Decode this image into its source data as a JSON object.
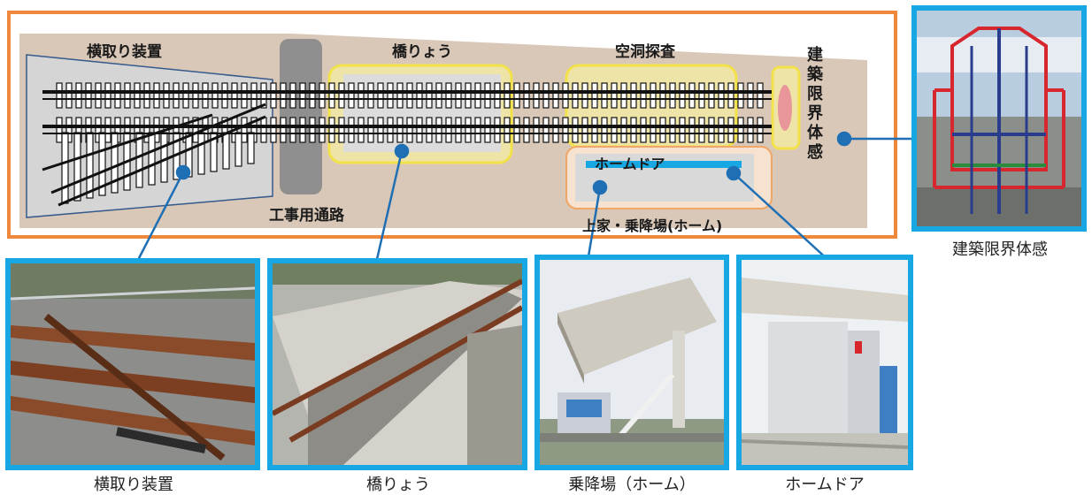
{
  "diagram": {
    "labels": {
      "yokotori": "横取り装置",
      "kyoryo": "橋りょう",
      "kudo": "空洞探査",
      "kenchiku": "建築限界体感",
      "homedoor": "ホームドア",
      "koji_road": "工事用通路",
      "platform": "上家・乗降場(ホーム)"
    }
  },
  "photos": {
    "yokotori": "横取り装置",
    "kyoryo": "橋りょう",
    "platform": "乗降場（ホーム）",
    "homedoor": "ホームドア",
    "kenchiku": "建築限界体感"
  },
  "colors": {
    "frame": "#f0883b",
    "photo_border": "#17a8e3",
    "leader": "#1f6fb5",
    "yellow_zone": "#f2e87a",
    "ground": "#d9c8b8"
  }
}
